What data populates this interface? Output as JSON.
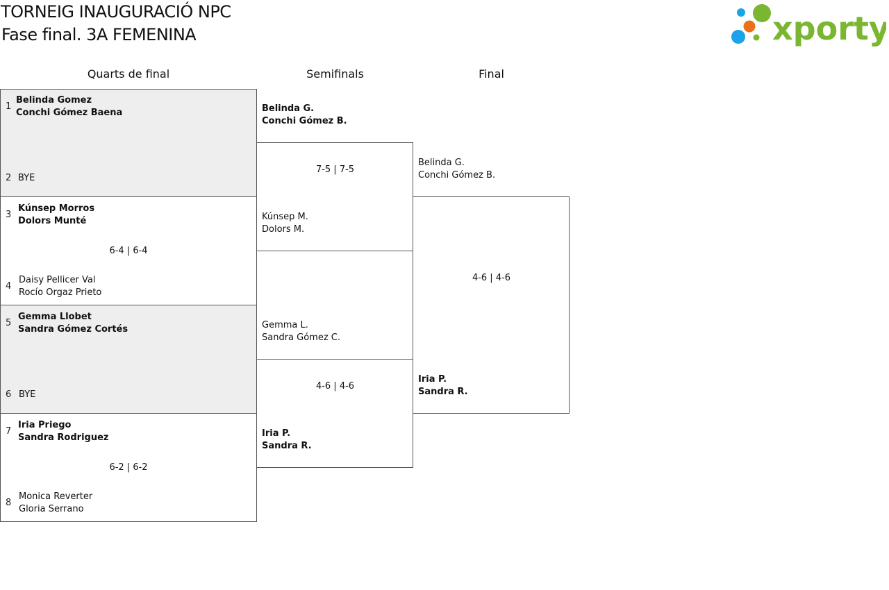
{
  "header": {
    "title": "TORNEIG INAUGURACIÓ NPC",
    "subtitle": "Fase final. 3A FEMENINA",
    "logo_text": "xporty",
    "colors": {
      "green": "#7ab630",
      "blue": "#1aa3e8",
      "orange": "#e8711a"
    }
  },
  "columns": {
    "quarterfinals": "Quarts de final",
    "semifinals": "Semifinals",
    "final": "Final"
  },
  "quarterfinals": [
    {
      "top": {
        "seed": "1",
        "p1": "Belinda Gomez",
        "p2": "Conchi Gómez Baena"
      },
      "score": "",
      "bottom": {
        "seed": "2",
        "p1": "BYE",
        "p2": ""
      }
    },
    {
      "top": {
        "seed": "3",
        "p1": "Kúnsep Morros",
        "p2": "Dolors Munté"
      },
      "score": "6-4 | 6-4",
      "bottom": {
        "seed": "4",
        "p1": "Daisy Pellicer Val",
        "p2": "Rocío Orgaz Prieto"
      }
    },
    {
      "top": {
        "seed": "5",
        "p1": "Gemma Llobet",
        "p2": "Sandra Gómez Cortés"
      },
      "score": "",
      "bottom": {
        "seed": "6",
        "p1": "BYE",
        "p2": ""
      }
    },
    {
      "top": {
        "seed": "7",
        "p1": "Iria Priego",
        "p2": "Sandra Rodriguez"
      },
      "score": "6-2 | 6-2",
      "bottom": {
        "seed": "8",
        "p1": "Monica Reverter",
        "p2": "Gloria Serrano"
      }
    }
  ],
  "semifinals": [
    {
      "top": {
        "p1": "Belinda G.",
        "p2": "Conchi Gómez B."
      },
      "score": "7-5 | 7-5",
      "bottom": {
        "p1": "Kúnsep M.",
        "p2": "Dolors M."
      }
    },
    {
      "top": {
        "p1": "Gemma L.",
        "p2": "Sandra Gómez C."
      },
      "score": "4-6 | 4-6",
      "bottom": {
        "p1": "Iria P.",
        "p2": "Sandra R."
      }
    }
  ],
  "final": {
    "top": {
      "p1": "Belinda G.",
      "p2": "Conchi Gómez B."
    },
    "score": "4-6 | 4-6",
    "bottom": {
      "p1": "Iria P.",
      "p2": "Sandra R."
    }
  }
}
